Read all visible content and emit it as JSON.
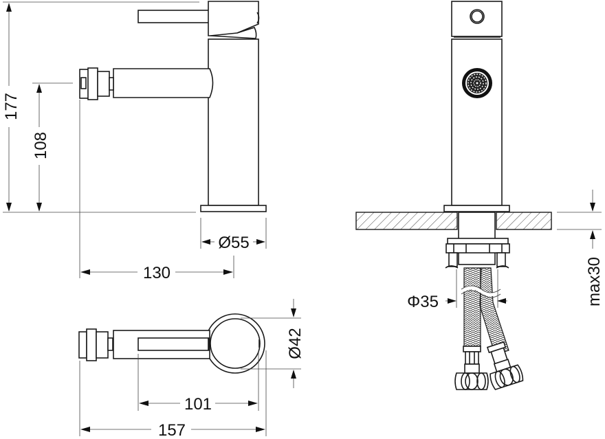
{
  "drawing": {
    "title": "Bidet mixer technical drawing",
    "colors": {
      "line": "#1a1a1a",
      "background": "#ffffff"
    },
    "views": {
      "side": {
        "dimensions": {
          "total_height": "177",
          "spout_height": "108",
          "base_diameter": "Ø55",
          "spout_reach": "130"
        }
      },
      "top": {
        "dimensions": {
          "body_diameter": "Ø42",
          "handle_length": "101",
          "overall_length": "157"
        }
      },
      "front": {
        "dimensions": {
          "hole_diameter": "Φ35",
          "max_deck_thickness": "max30"
        }
      }
    }
  }
}
